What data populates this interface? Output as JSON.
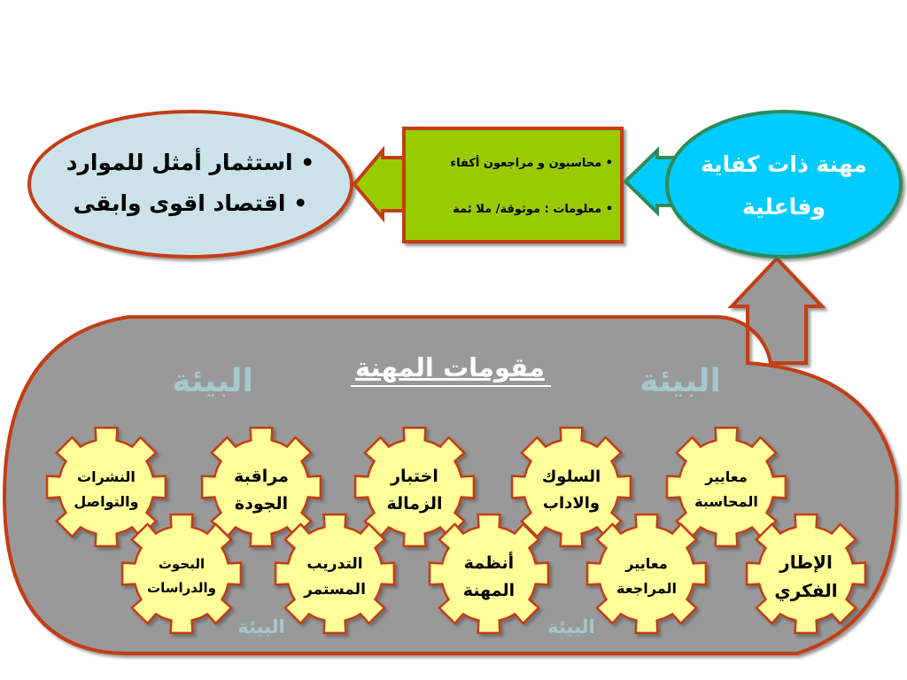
{
  "left_ellipse": {
    "lines": [
      "• استثمار أمثل للموارد",
      "• اقتصاد اقوى وابقى"
    ],
    "fill": "#cbe3e8",
    "stroke": "#c33c12"
  },
  "center_box": {
    "lines": [
      "• محاسبون و مراجعون أكفاء",
      "• معلومات : موثوقة/ ملا ئمة"
    ],
    "fill": "#99cc00",
    "stroke": "#c33c12"
  },
  "right_ellipse": {
    "lines": [
      "مهنة ذات كفاية",
      "وفاعلية"
    ],
    "fill": "#00ccff",
    "stroke": "#2e8b57"
  },
  "pillars": {
    "title": "مقومات المهنة",
    "environment_label": "البيئة",
    "fill": "#999999",
    "stroke": "#c33c12",
    "env_color": "#a6c8cc"
  },
  "gears": [
    {
      "id": "gear-publications",
      "lines": [
        "النشرات",
        "والتواصل"
      ]
    },
    {
      "id": "gear-quality-control",
      "lines": [
        "مراقبة",
        "الجودة"
      ]
    },
    {
      "id": "gear-fellowship-exam",
      "lines": [
        "اختبار",
        "الزمالة"
      ]
    },
    {
      "id": "gear-conduct-ethics",
      "lines": [
        "السلوك",
        "والاداب"
      ]
    },
    {
      "id": "gear-accounting-standards",
      "lines": [
        "معايير",
        "المحاسبة"
      ]
    },
    {
      "id": "gear-research-studies",
      "lines": [
        "البحوث",
        "والدراسات"
      ]
    },
    {
      "id": "gear-continuous-training",
      "lines": [
        "التدريب",
        "المستمر"
      ]
    },
    {
      "id": "gear-profession-regulations",
      "lines": [
        "أنظمة",
        "المهنة"
      ]
    },
    {
      "id": "gear-auditing-standards",
      "lines": [
        "معايير",
        "المراجعة"
      ]
    },
    {
      "id": "gear-conceptual-framework",
      "lines": [
        "الإطار",
        "الفكري"
      ]
    }
  ],
  "gear_colors": {
    "fill": "#ffff99",
    "stroke": "#c33c12"
  }
}
